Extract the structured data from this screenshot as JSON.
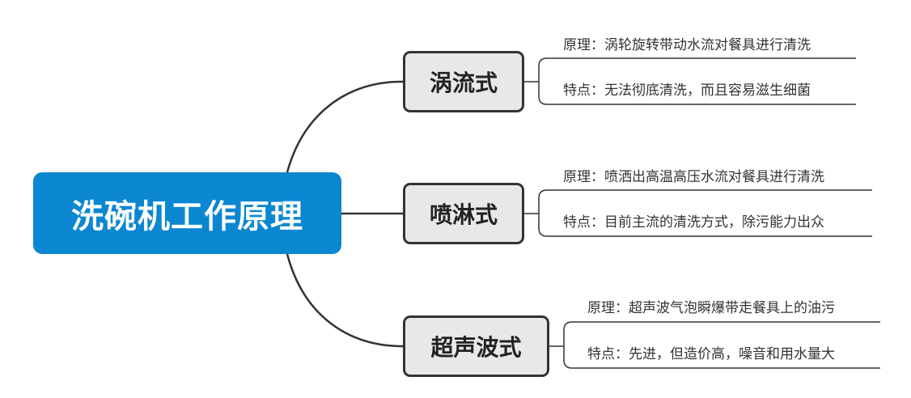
{
  "root": {
    "title": "洗碗机工作原理"
  },
  "branches": [
    {
      "label": "涡流式",
      "principle": "原理：涡轮旋转带动水流对餐具进行清洗",
      "feature": "特点：无法彻底清洗，而且容易滋生细菌"
    },
    {
      "label": "喷淋式",
      "principle": "原理：喷洒出高温高压水流对餐具进行清洗",
      "feature": "特点：目前主流的清洗方式，除污能力出众"
    },
    {
      "label": "超声波式",
      "principle": "原理：超声波气泡瞬爆带走餐具上的油污",
      "feature": "特点：先进，但造价高，噪音和用水量大"
    }
  ],
  "colors": {
    "root_fill": "#0b87d1",
    "branch_fill": "#e8e8e8",
    "line": "#333333"
  }
}
